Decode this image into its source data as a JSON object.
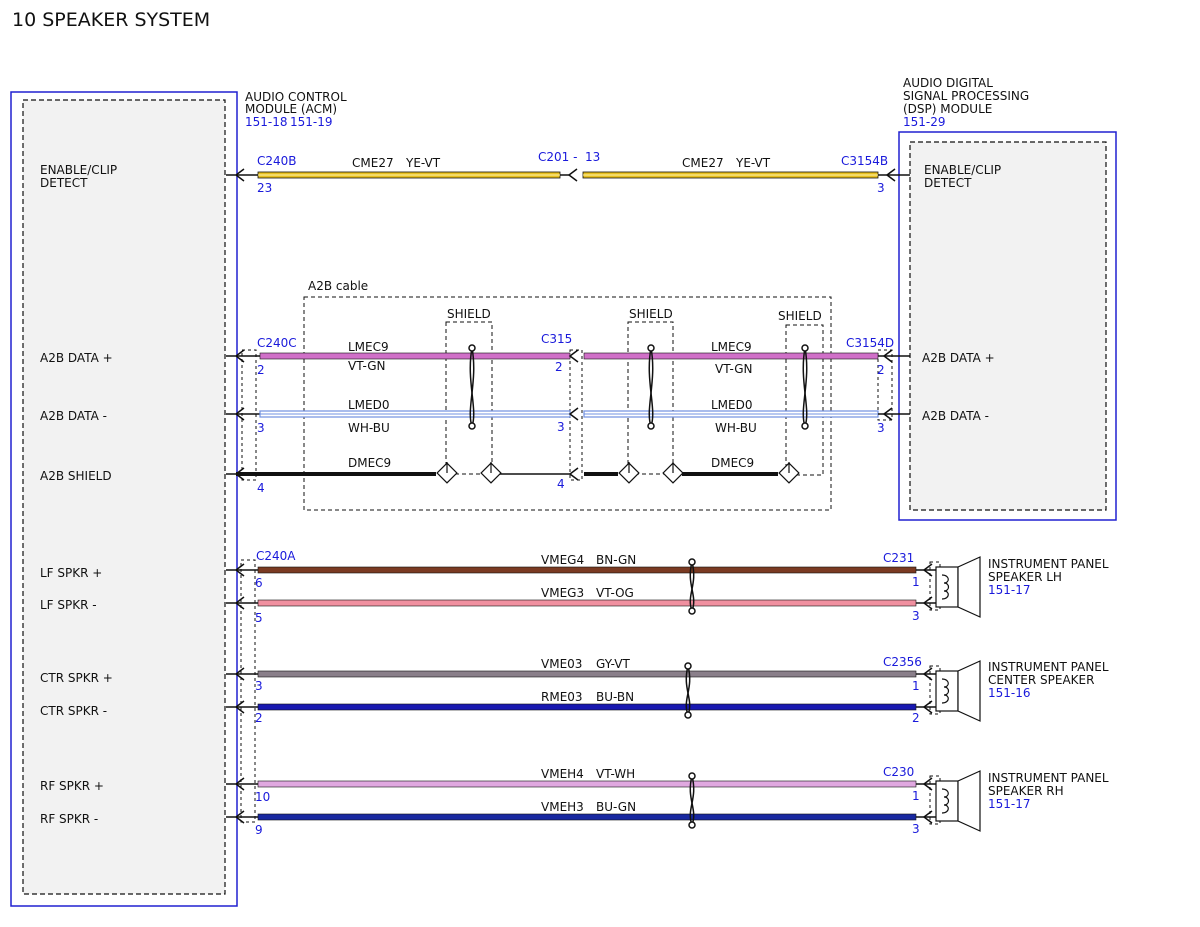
{
  "title": "10 SPEAKER SYSTEM",
  "acm": {
    "name_lines": [
      "AUDIO CONTROL",
      "MODULE (ACM)"
    ],
    "refs": [
      "151-18",
      "151-19"
    ]
  },
  "dsp": {
    "name_lines": [
      "AUDIO DIGITAL",
      "SIGNAL PROCESSING",
      "(DSP) MODULE"
    ],
    "ref": "151-29",
    "pins": {
      "enable": [
        "ENABLE/CLIP",
        "DETECT"
      ],
      "a2b_pos": "A2B DATA +",
      "a2b_neg": "A2B DATA -"
    }
  },
  "acm_pins": {
    "enable": [
      "ENABLE/CLIP",
      "DETECT"
    ],
    "a2b_pos": "A2B DATA +",
    "a2b_neg": "A2B DATA -",
    "a2b_shield": "A2B SHIELD",
    "lf_pos": "LF SPKR +",
    "lf_neg": "LF SPKR -",
    "ctr_pos": "CTR SPKR +",
    "ctr_neg": "CTR SPKR -",
    "rf_pos": "RF SPKR +",
    "rf_neg": "RF SPKR -"
  },
  "enable_circuit": {
    "conn_left": "C240B",
    "pin_left": "23",
    "inline": "C201 -",
    "inline_pin": "13",
    "conn_right": "C3154B",
    "pin_right": "3",
    "wire_left": {
      "circuit": "CME27",
      "color": "YE-VT"
    },
    "wire_right": {
      "circuit": "CME27",
      "color": "YE-VT"
    },
    "hex": "#e8c020"
  },
  "a2b": {
    "cable_label": "A2B cable",
    "shield_labels": [
      "SHIELD",
      "SHIELD",
      "SHIELD"
    ],
    "conn_left": "C240C",
    "conn_mid": "C315",
    "conn_right": "C3154D",
    "left_pins": [
      "2",
      "3",
      "4"
    ],
    "mid_pins": [
      "2",
      "3",
      "4"
    ],
    "right_pins": [
      "2",
      "3"
    ],
    "pos_wire": {
      "circuit": "LMEC9",
      "color": "VT-GN",
      "hex": "#d070c8"
    },
    "neg_wire": {
      "circuit": "LMED0",
      "color": "WH-BU",
      "hex": "#7090e0"
    },
    "shield_wire": {
      "circuit": "DMEC9",
      "hex": "#111111"
    }
  },
  "speakers": [
    {
      "conn_left": "C240A",
      "conn_right": "C231",
      "pos": {
        "circuit": "VMEG4",
        "color": "BN-GN",
        "hex": "#7a3a22",
        "pin_left": "6",
        "pin_right": "1"
      },
      "neg": {
        "circuit": "VMEG3",
        "color": "VT-OG",
        "hex": "#f090a0",
        "pin_left": "5",
        "pin_right": "3"
      },
      "name_lines": [
        "INSTRUMENT PANEL",
        "SPEAKER LH"
      ],
      "ref": "151-17"
    },
    {
      "conn_left": "",
      "conn_right": "C2356",
      "pos": {
        "circuit": "VME03",
        "color": "GY-VT",
        "hex": "#8a7f8a",
        "pin_left": "3",
        "pin_right": "1"
      },
      "neg": {
        "circuit": "RME03",
        "color": "BU-BN",
        "hex": "#1818b0",
        "pin_left": "2",
        "pin_right": "2"
      },
      "name_lines": [
        "INSTRUMENT PANEL",
        "CENTER SPEAKER"
      ],
      "ref": "151-16"
    },
    {
      "conn_left": "",
      "conn_right": "C230",
      "pos": {
        "circuit": "VMEH4",
        "color": "VT-WH",
        "hex": "#e0a8e0",
        "pin_left": "10",
        "pin_right": "1"
      },
      "neg": {
        "circuit": "VMEH3",
        "color": "BU-GN",
        "hex": "#1828a0",
        "pin_left": "9",
        "pin_right": "3"
      },
      "name_lines": [
        "INSTRUMENT PANEL",
        "SPEAKER RH"
      ],
      "ref": "151-17"
    }
  ],
  "colors": {
    "module_border": "#2020d0",
    "ref_text": "#1a1adb",
    "fill": "#f2f2f2"
  }
}
